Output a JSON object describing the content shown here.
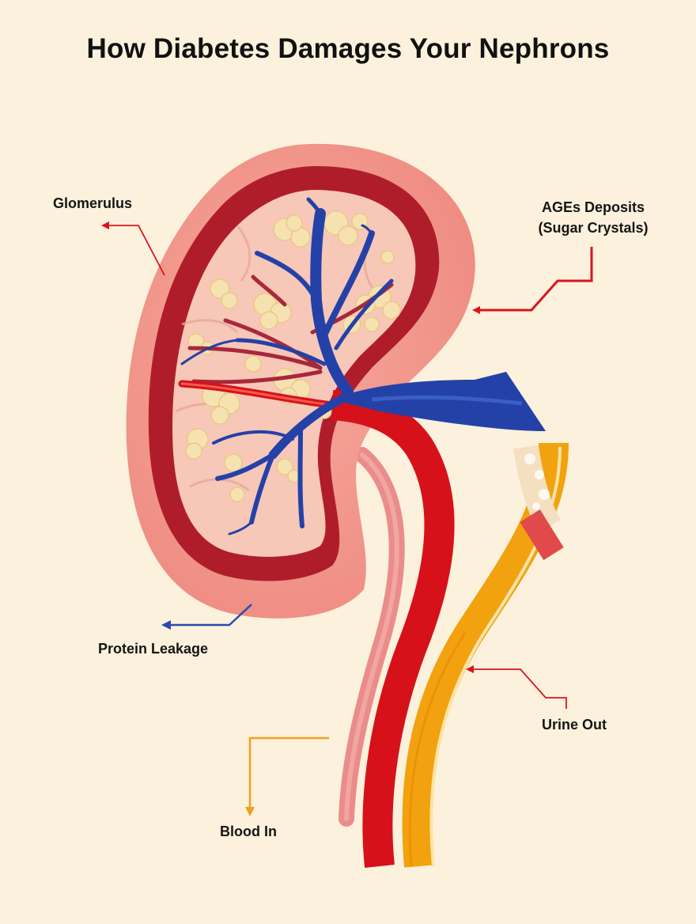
{
  "title": "How Diabetes Damages Your Nephrons",
  "labels": {
    "glomerulus": "Glomerulus",
    "ages_line1": "AGEs Deposits",
    "ages_line2": "(Sugar Crystals)",
    "protein_leakage": "Protein Leakage",
    "urine_out": "Urine Out",
    "blood_in": "Blood In"
  },
  "colors": {
    "background": "#fcf1dc",
    "kidney_outer": "#f2958b",
    "kidney_cortex_band": "#b01d2a",
    "kidney_inner": "#f7c3b4",
    "vein": "#2441a8",
    "artery": "#d7111a",
    "ureter": "#f2a20e",
    "deposits": "#f6e2b0",
    "arrow_red": "#d9141e",
    "arrow_blue": "#2d49b0",
    "arrow_orange": "#f0a21a"
  }
}
